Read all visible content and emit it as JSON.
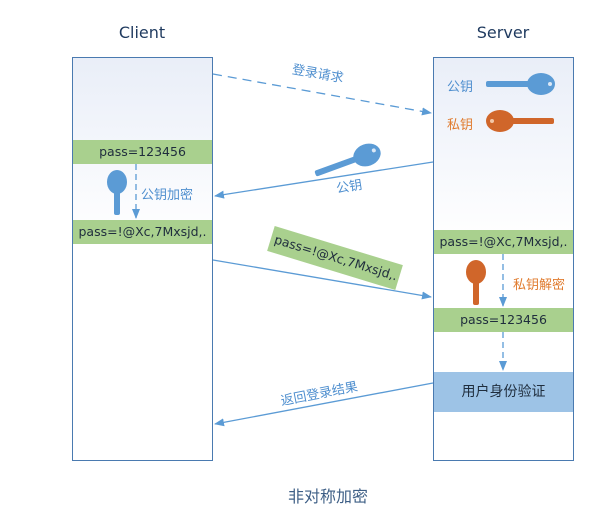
{
  "diagram": {
    "caption": "非对称加密",
    "colors": {
      "lane_border": "#4a7ab0",
      "arrow": "#5b9bd5",
      "public_key": "#5b9bd5",
      "private_key": "#d0662a",
      "green_bar": "#a9d08e",
      "blue_bar": "#9dc3e6",
      "blue_text": "#4f8fcf",
      "orange_text": "#e07b2e"
    },
    "client": {
      "title": "Client",
      "plain_password": "pass=123456",
      "encrypt_label": "公钥加密",
      "cipher_password": "pass=!@Xc,7Mxsjd,."
    },
    "server": {
      "title": "Server",
      "public_key_label": "公钥",
      "private_key_label": "私钥",
      "cipher_password": "pass=!@Xc,7Mxsjd,.",
      "decrypt_label": "私钥解密",
      "plain_password": "pass=123456",
      "auth_label": "用户身份验证"
    },
    "messages": [
      {
        "from": "client",
        "to": "server",
        "label": "登录请求",
        "style": "dashed"
      },
      {
        "from": "server",
        "to": "client",
        "label": "公钥",
        "style": "solid"
      },
      {
        "from": "client",
        "to": "server",
        "label": "pass=!@Xc,7Mxsjd,.",
        "style": "solid"
      },
      {
        "from": "server",
        "to": "client",
        "label": "返回登录结果",
        "style": "solid"
      }
    ]
  }
}
